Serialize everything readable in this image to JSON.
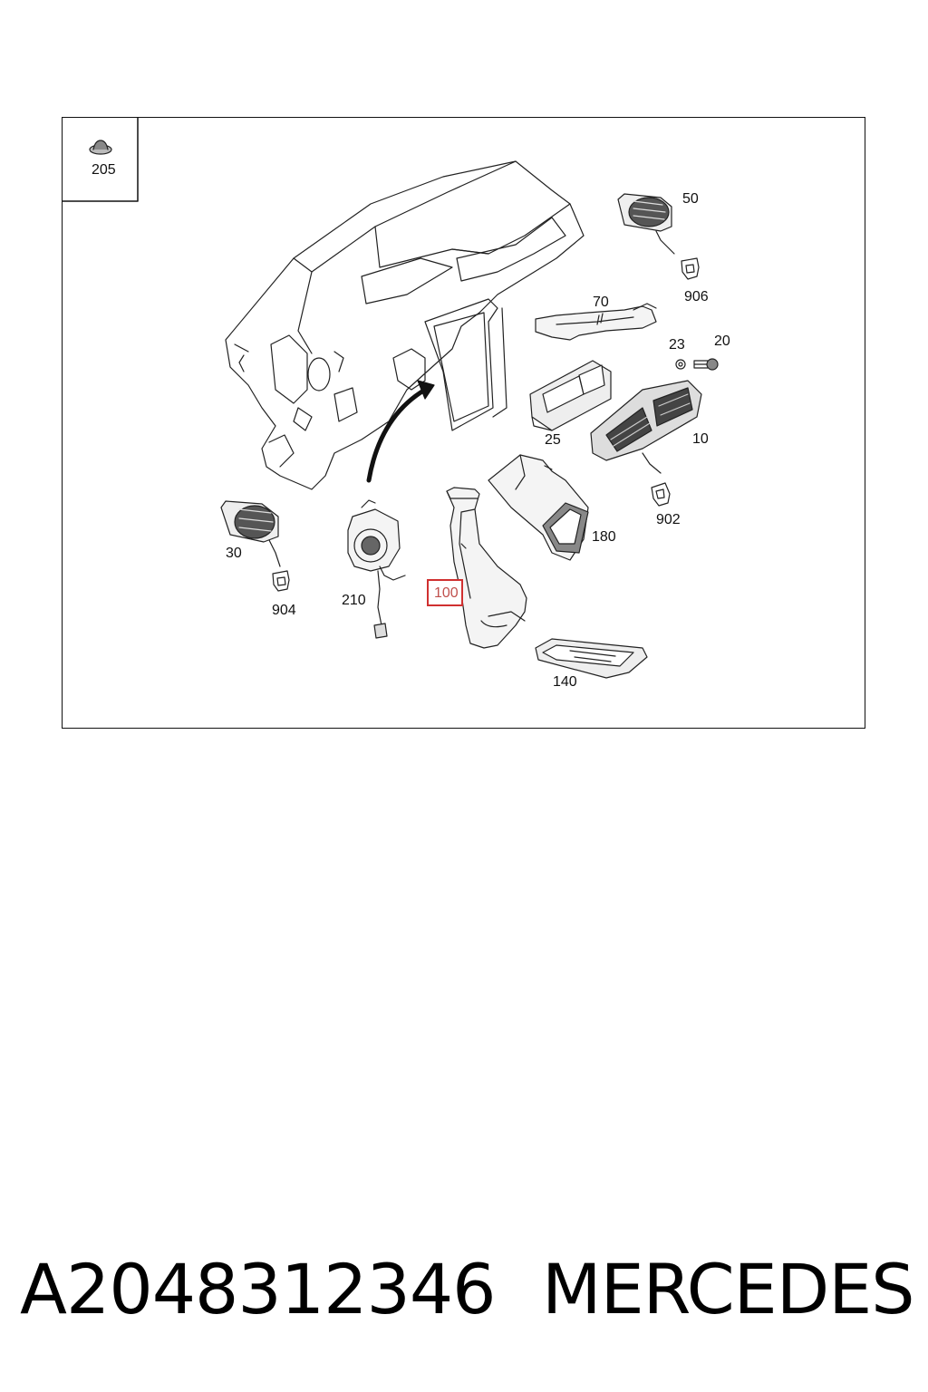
{
  "diagram": {
    "callouts": [
      {
        "id": "205",
        "label": "205"
      },
      {
        "id": "50",
        "label": "50"
      },
      {
        "id": "906",
        "label": "906"
      },
      {
        "id": "70",
        "label": "70"
      },
      {
        "id": "23",
        "label": "23"
      },
      {
        "id": "20",
        "label": "20"
      },
      {
        "id": "25",
        "label": "25"
      },
      {
        "id": "10",
        "label": "10"
      },
      {
        "id": "902",
        "label": "902"
      },
      {
        "id": "180",
        "label": "180"
      },
      {
        "id": "30",
        "label": "30"
      },
      {
        "id": "904",
        "label": "904"
      },
      {
        "id": "210",
        "label": "210"
      },
      {
        "id": "100",
        "label": "100",
        "highlighted": true
      },
      {
        "id": "140",
        "label": "140"
      }
    ],
    "highlight_color": "#d03030"
  },
  "caption": {
    "part_number": "A2048312346",
    "brand": "MERCEDES"
  }
}
